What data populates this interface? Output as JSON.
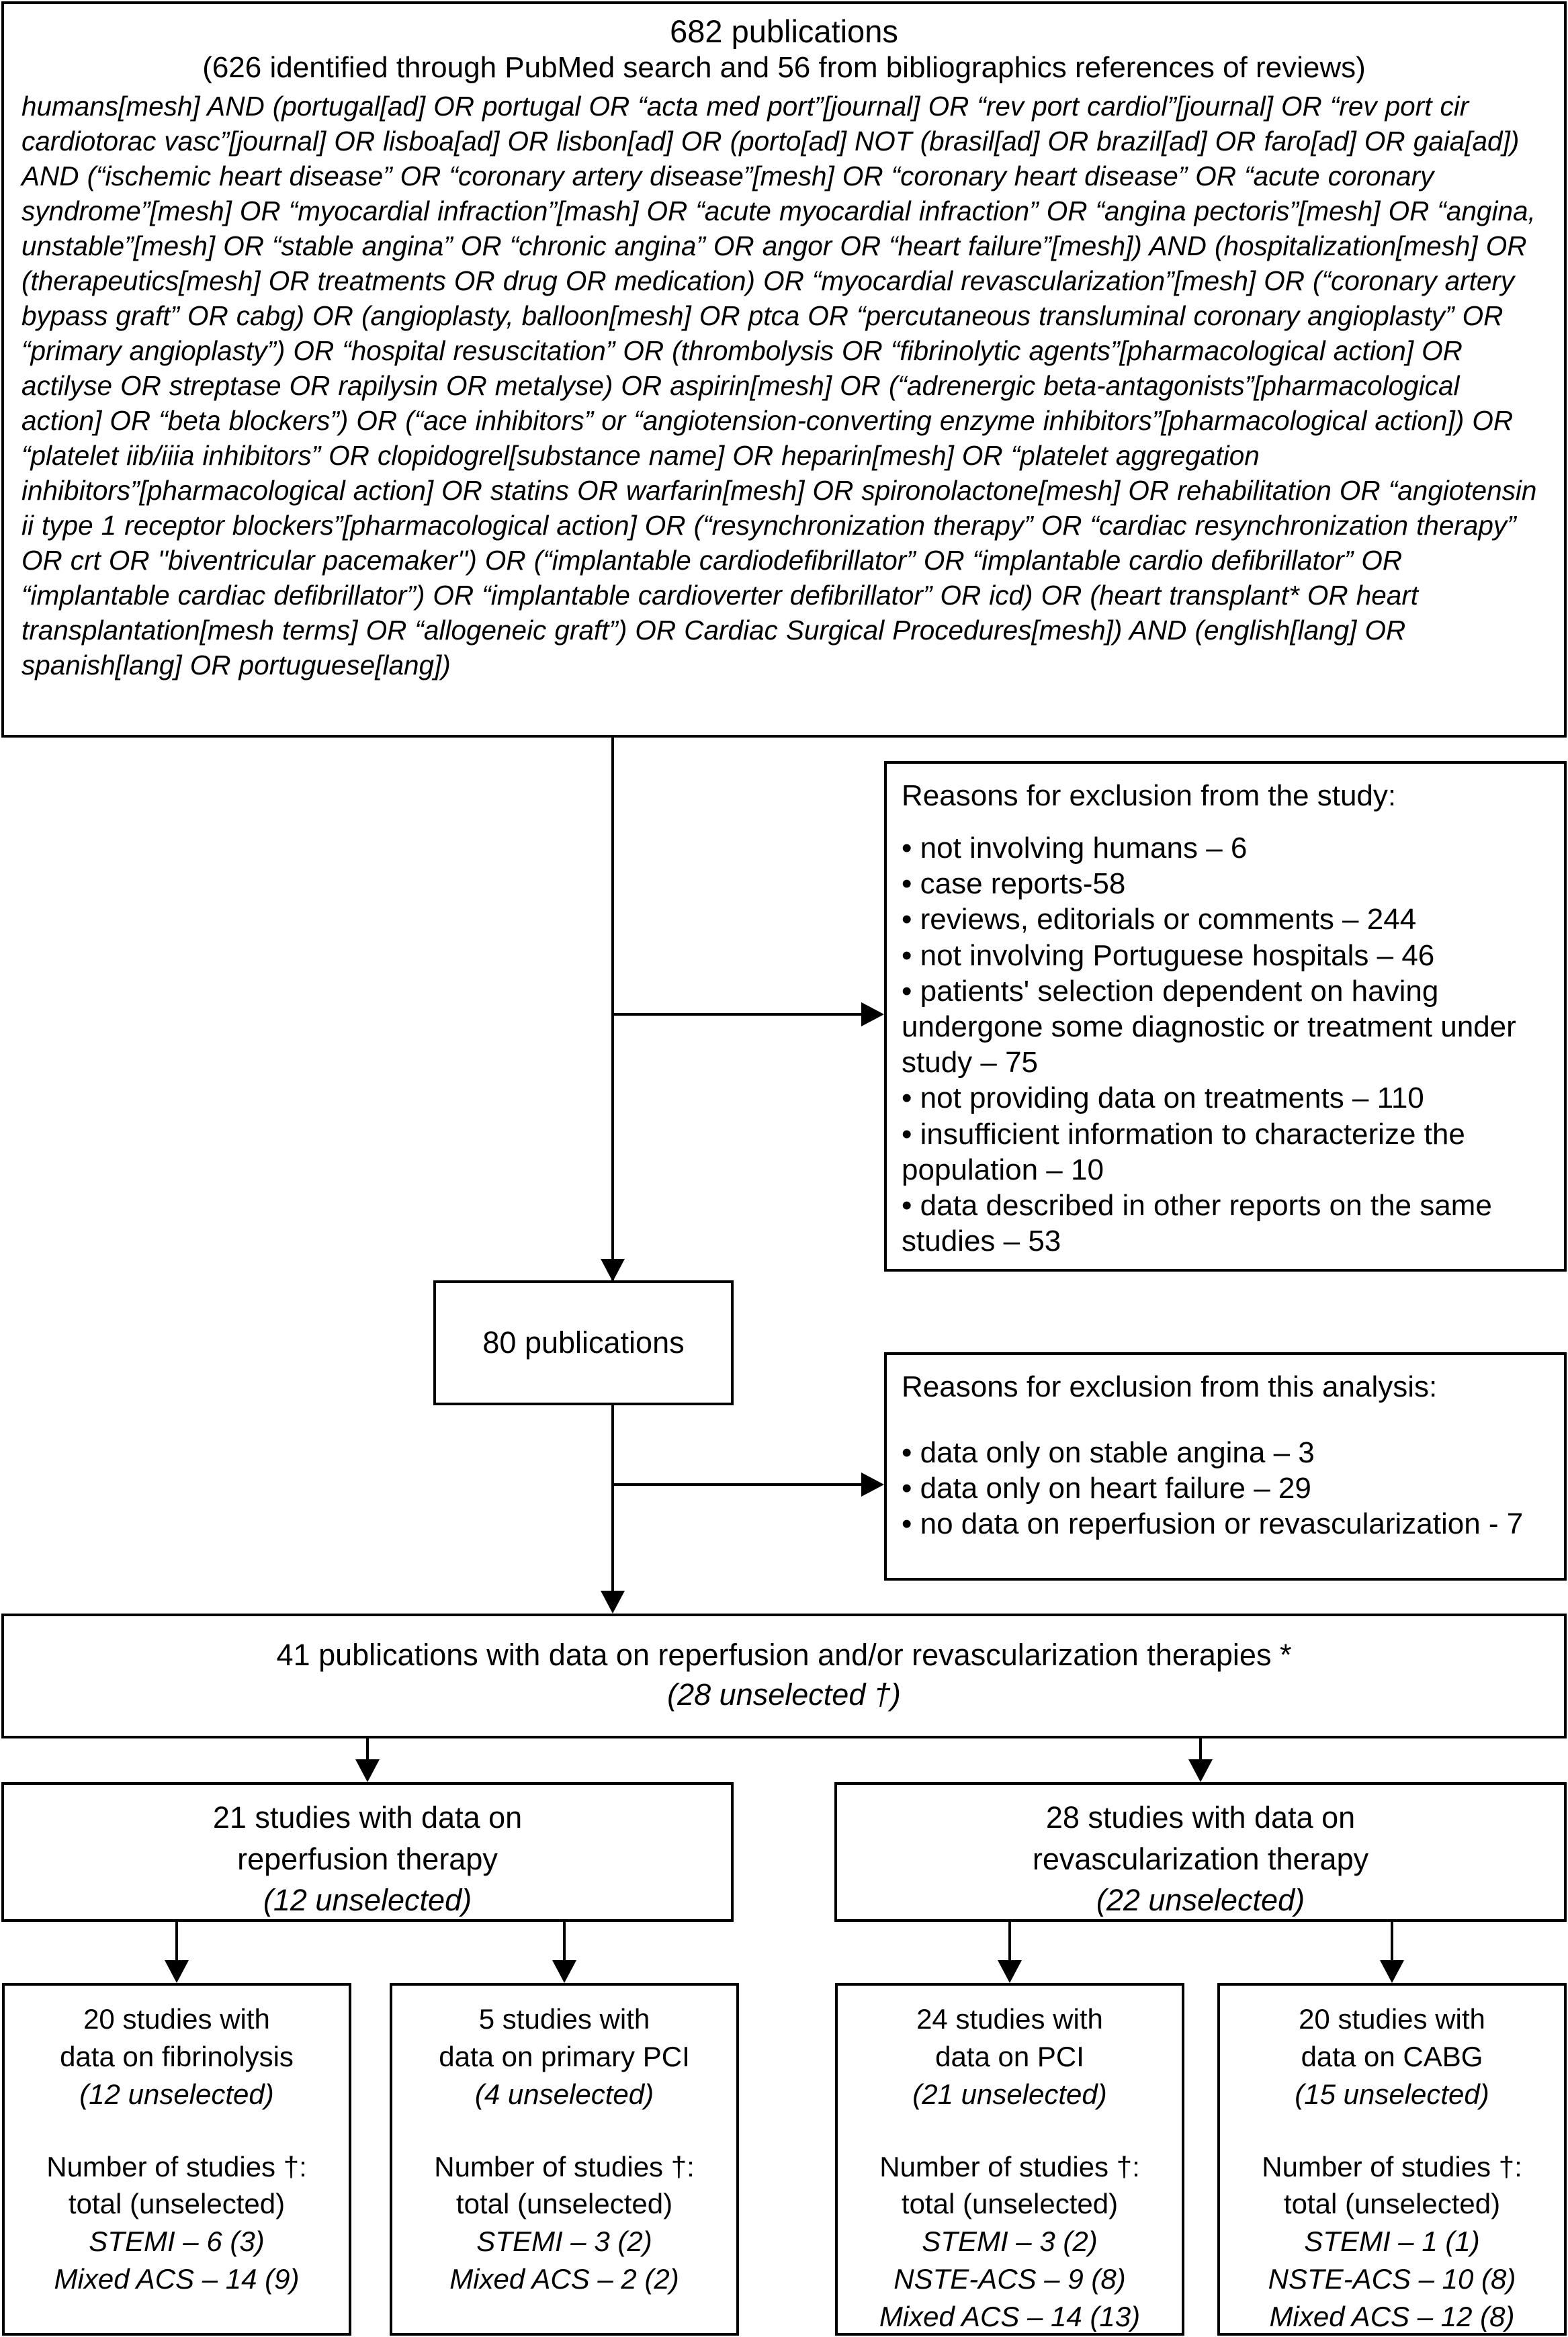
{
  "top": {
    "title": "682 publications",
    "subtitle": "(626 identified through PubMed search and 56 from bibliographics references of reviews)",
    "query": "humans[mesh] AND (portugal[ad] OR portugal OR “acta med port”[journal] OR “rev port cardiol”[journal] OR “rev port cir cardiotorac vasc”[journal] OR lisboa[ad] OR lisbon[ad] OR (porto[ad] NOT (brasil[ad] OR brazil[ad] OR faro[ad] OR gaia[ad]) AND (“ischemic heart disease” OR “coronary artery disease”[mesh] OR “coronary heart disease” OR “acute coronary syndrome”[mesh] OR “myocardial infraction”[mash] OR “acute myocardial infraction” OR “angina pectoris”[mesh] OR “angina, unstable”[mesh] OR “stable angina” OR “chronic angina” OR angor OR “heart failure”[mesh]) AND (hospitalization[mesh] OR (therapeutics[mesh] OR treatments OR drug OR medication) OR “myocardial revascularization”[mesh] OR (“coronary artery bypass graft” OR cabg) OR (angioplasty, balloon[mesh] OR ptca OR “percutaneous transluminal coronary angioplasty” OR “primary angioplasty”) OR “hospital resuscitation” OR (thrombolysis OR “fibrinolytic agents”[pharmacological action] OR actilyse OR streptase OR rapilysin OR metalyse) OR aspirin[mesh] OR  (“adrenergic beta-antagonists”[pharmacological action] OR “beta blockers”) OR (“ace inhibitors” or “angiotension-converting enzyme inhibitors”[pharmacological action]) OR “platelet iib/iiia inhibitors” OR clopidogrel[substance name] OR heparin[mesh] OR “platelet aggregation inhibitors”[pharmacological action] OR statins OR warfarin[mesh] OR spironolactone[mesh] OR rehabilitation OR “angiotensin ii type 1 receptor blockers”[pharmacological action] OR (“resynchronization therapy” OR “cardiac resynchronization therapy” OR crt OR ''biventricular pacemaker'') OR (“implantable cardiodefibrillator” OR “implantable cardio defibrillator” OR “implantable cardiac defibrillator”) OR “implantable cardioverter defibrillator” OR icd) OR (heart transplant* OR heart transplantation[mesh terms] OR “allogeneic graft”) OR Cardiac Surgical Procedures[mesh]) AND (english[lang] OR spanish[lang] OR portuguese[lang])"
  },
  "exclusion_study": {
    "heading": "Reasons for exclusion from the study:",
    "items": [
      "not involving humans – 6",
      "case reports-58",
      "reviews, editorials or comments – 244",
      "not involving Portuguese hospitals – 46",
      "patients' selection dependent on having undergone some diagnostic or treatment under study – 75",
      "not providing data on treatments – 110",
      "insufficient information to characterize the population – 10",
      "data described in other reports on the same studies – 53"
    ]
  },
  "exclusion_analysis": {
    "heading": "Reasons for exclusion from this analysis:",
    "items": [
      "data only on stable angina – 3",
      "data only on heart failure – 29",
      "no data on reperfusion or revascularization - 7"
    ]
  },
  "publications_80": {
    "label": "80 publications"
  },
  "publications_41": {
    "line1": "41 publications with data on reperfusion and/or revascularization therapies *",
    "line2": "(28 unselected †)"
  },
  "tier2": [
    {
      "name": "reperfusion",
      "line1": "21 studies with data on",
      "line2": "reperfusion therapy",
      "line3": "(12 unselected)"
    },
    {
      "name": "revascularization",
      "line1": "28 studies with data on",
      "line2": "revascularization therapy",
      "line3": "(22 unselected)"
    }
  ],
  "tier3": [
    {
      "name": "fibrinolysis",
      "line1": "20 studies with",
      "line2": "data on fibrinolysis",
      "line3": "(12 unselected)",
      "head1": "Number of studies †:",
      "head2": "total (unselected)",
      "rows": [
        "STEMI – 6 (3)",
        "Mixed ACS – 14 (9)"
      ]
    },
    {
      "name": "primary-pci",
      "line1": "5 studies with",
      "line2": "data on primary PCI",
      "line3": "(4 unselected)",
      "head1": "Number of studies †:",
      "head2": "total (unselected)",
      "rows": [
        "STEMI – 3 (2)",
        "Mixed ACS – 2 (2)"
      ]
    },
    {
      "name": "pci",
      "line1": "24 studies with",
      "line2": "data on PCI",
      "line3": "(21 unselected)",
      "head1": "Number of studies †:",
      "head2": "total (unselected)",
      "rows": [
        "STEMI – 3 (2)",
        "NSTE-ACS – 9 (8)",
        "Mixed ACS – 14 (13)"
      ]
    },
    {
      "name": "cabg",
      "line1": "20 studies with",
      "line2": "data on CABG",
      "line3": "(15 unselected)",
      "head1": "Number of studies †:",
      "head2": "total (unselected)",
      "rows": [
        "STEMI – 1 (1)",
        "NSTE-ACS – 10 (8)",
        "Mixed ACS – 12 (8)"
      ]
    }
  ],
  "colors": {
    "line": "#000000",
    "background": "#ffffff",
    "text": "#000000"
  }
}
